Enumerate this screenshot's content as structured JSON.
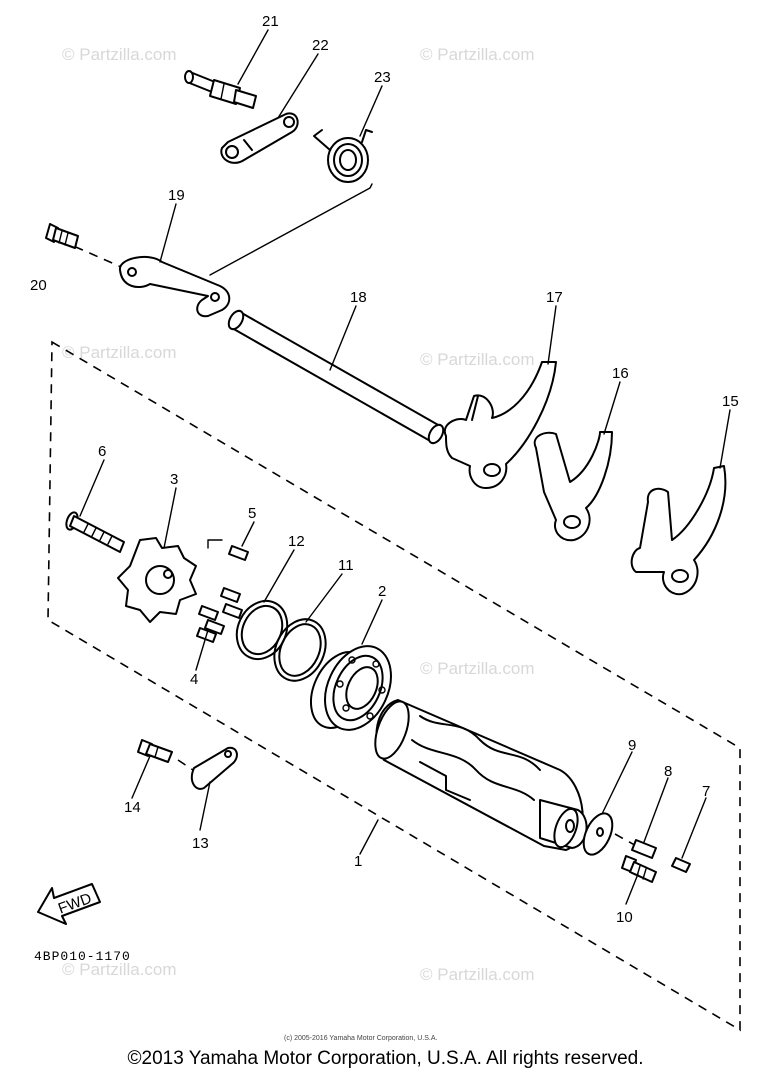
{
  "diagram": {
    "part_numbers": [
      "1",
      "2",
      "3",
      "4",
      "5",
      "6",
      "7",
      "8",
      "9",
      "10",
      "11",
      "12",
      "13",
      "14",
      "15",
      "16",
      "17",
      "18",
      "19",
      "20",
      "21",
      "22",
      "23"
    ],
    "diagram_code": "4BP010-1170",
    "fwd_label": "FWD",
    "watermark": "© Partzilla.com",
    "small_copyright": "(c) 2005-2016 Yamaha Motor Corporation, U.S.A."
  },
  "footer": {
    "copyright": "©2013 Yamaha Motor Corporation, U.S.A. All rights reserved."
  }
}
